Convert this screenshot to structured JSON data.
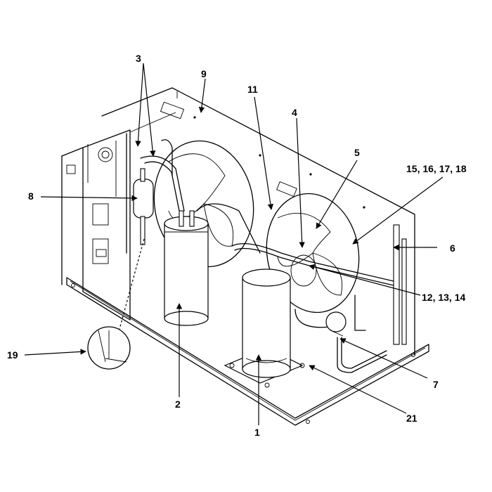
{
  "callouts": [
    {
      "id": "c1",
      "label": "1"
    },
    {
      "id": "c2",
      "label": "2"
    },
    {
      "id": "c3",
      "label": "3"
    },
    {
      "id": "c4",
      "label": "4"
    },
    {
      "id": "c5",
      "label": "5"
    },
    {
      "id": "c6",
      "label": "6"
    },
    {
      "id": "c7",
      "label": "7"
    },
    {
      "id": "c8",
      "label": "8"
    },
    {
      "id": "c9",
      "label": "9"
    },
    {
      "id": "c11",
      "label": "11"
    },
    {
      "id": "c12",
      "label": "12, 13, 14"
    },
    {
      "id": "c15",
      "label": "15, 16, 17, 18"
    },
    {
      "id": "c19",
      "label": "19"
    },
    {
      "id": "c21",
      "label": "21"
    }
  ]
}
